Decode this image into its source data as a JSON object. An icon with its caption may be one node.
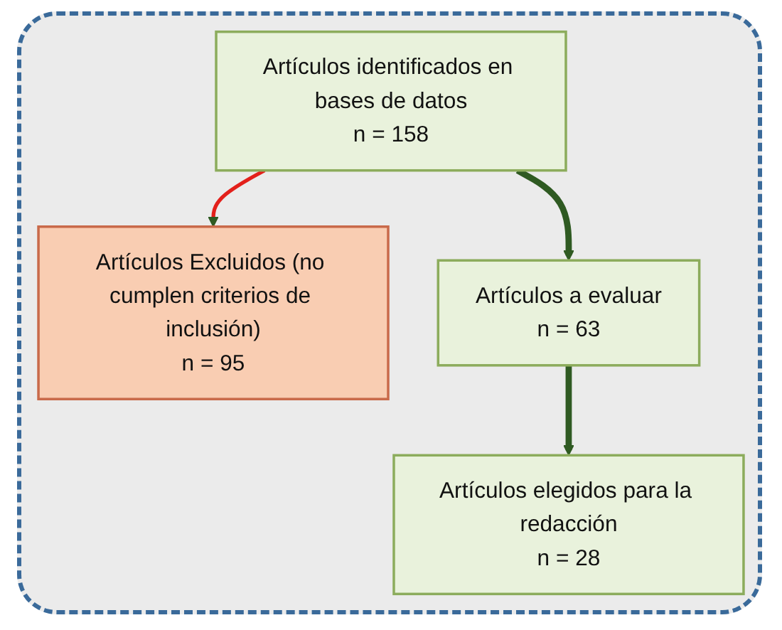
{
  "diagram": {
    "nodes": [
      {
        "text": [
          "Artículos identificados en bases de datos",
          "n = 158"
        ]
      },
      {
        "text": [
          "Artículos Excluidos (no cumplen criterios de inclusión)",
          "n = 95"
        ]
      },
      {
        "text": [
          "Artículos a evaluar",
          "n = 63"
        ]
      },
      {
        "text": [
          "Artículos elegidos para la redacción",
          "n = 28"
        ]
      }
    ],
    "edges": [
      {
        "from": 0,
        "to": 2,
        "arrow": "to"
      },
      {
        "from": 0,
        "to": 1,
        "arrow": "to",
        "color": "#e3201b"
      },
      {
        "from": 2,
        "to": 3,
        "arrow": "to"
      }
    ]
  }
}
